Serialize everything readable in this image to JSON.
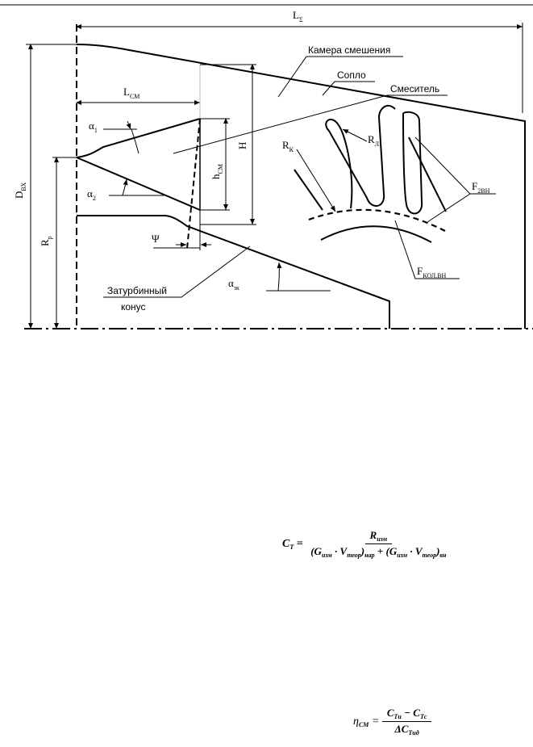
{
  "diagram": {
    "labels": {
      "l_sigma": "L",
      "l_sigma_sub": "Σ",
      "d_vx": "D",
      "d_vx_sub": "ВХ",
      "r_p": "R",
      "r_p_sub": "р",
      "l_sm": "L",
      "l_sm_sub": "СМ",
      "alpha1": "α",
      "alpha1_sub": "1",
      "alpha2": "α",
      "alpha2_sub": "2",
      "h_big": "H",
      "h_sm": "h",
      "h_sm_sub": "СМ",
      "psi": "Ψ",
      "alpha_zk": "α",
      "alpha_zk_sub": "зк",
      "r_k": "R",
      "r_k_sub": "К",
      "r_l": "R",
      "r_l_sub": "Л",
      "f_2vn": "F",
      "f_2vn_sub": "2ВН",
      "f_kol": "F",
      "f_kol_sub": "КОЛ.ВН",
      "kamera": "Камера смешения",
      "soplo": "Сопло",
      "smesitel": "Смеситель",
      "zaturb_1": "Затурбинный",
      "zaturb_2": "конус"
    }
  },
  "equations": {
    "ct": {
      "lhs": "C",
      "lhs_sub": "T",
      "numerator": "R",
      "numerator_sub": "изм",
      "den_part1": "(G",
      "den_part1_sub": "изм",
      "den_dot": " · V",
      "den_v_sub": "теор",
      "den_close1": ")",
      "den_close1_sub": "нар",
      "den_plus": " + ",
      "den_part2": "(G",
      "den_part2_sub": "изм",
      "den_dot2": " · V",
      "den_v2_sub": "теор",
      "den_close2": ")",
      "den_close2_sub": "вн"
    },
    "eta": {
      "lhs": "η",
      "lhs_sub": "СМ",
      "num_a": "C",
      "num_a_sub": "Tи",
      "num_minus": " − ",
      "num_b": "C",
      "num_b_sub": "Tс",
      "den": "ΔC",
      "den_sub": "Tид"
    }
  }
}
